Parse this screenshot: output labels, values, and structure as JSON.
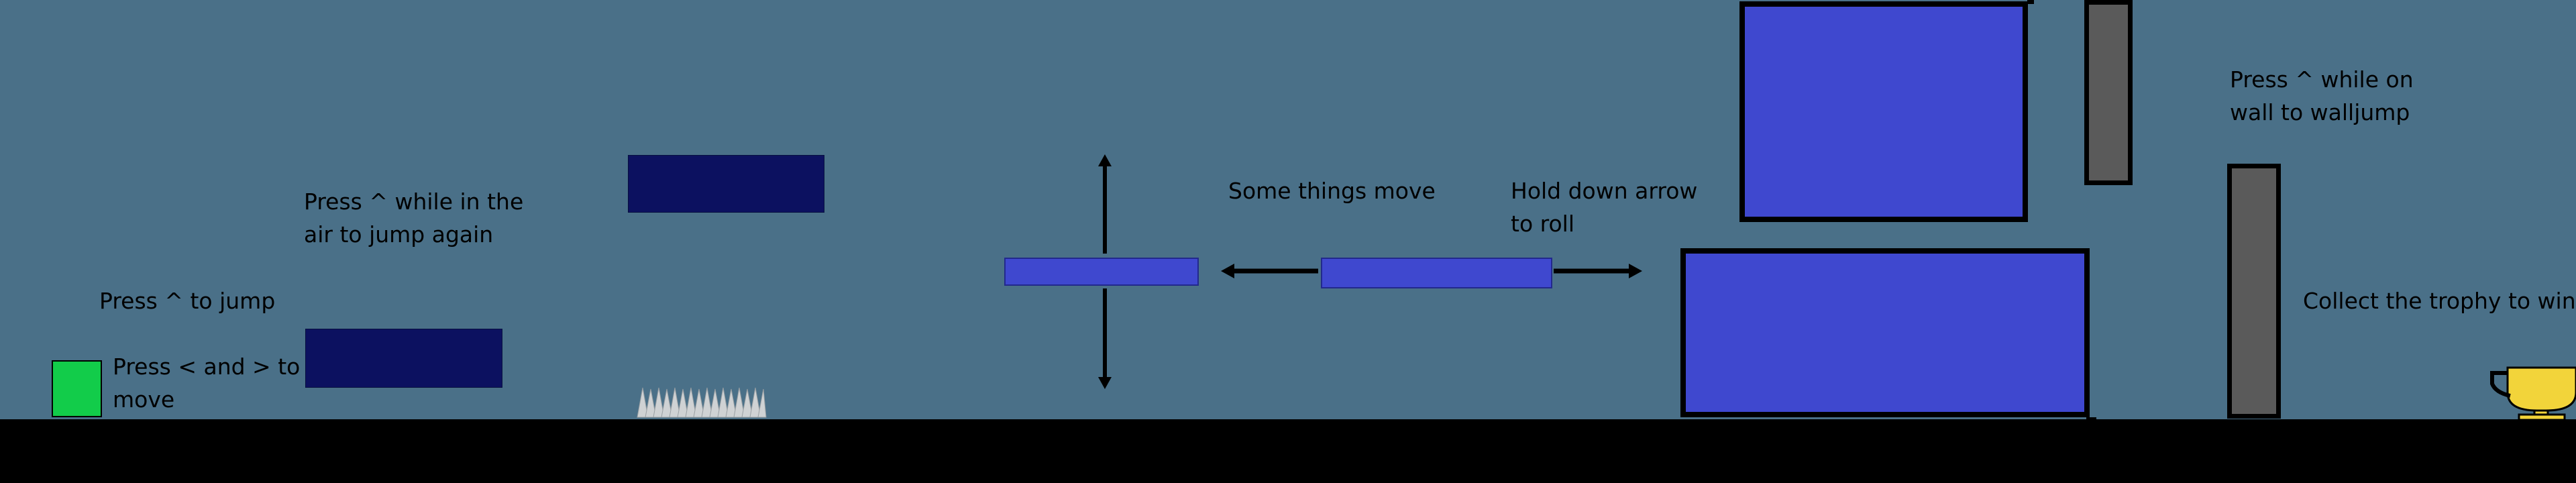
{
  "hints": {
    "jump": "Press ^ to jump",
    "move": "Press < and > to\nmove",
    "double_jump": "Press ^ while in the\nair to jump again",
    "moving_things": "Some things move",
    "roll": "Hold down arrow\nto roll",
    "walljump": "Press ^ while on\nwall to walljump",
    "trophy": "Collect the trophy to win"
  },
  "icons": {
    "player": "player-square",
    "spikes": "spike-trap",
    "trophy": "trophy-icon",
    "arrows": "movement-arrows"
  },
  "colors": {
    "background": "#4a7088",
    "ground": "#000000",
    "player": "#12cc4a",
    "dark_platform": "#0c1160",
    "moving_platform": "#3f48cf",
    "block": "#3f48cf",
    "wall": "#5a5a5a",
    "trophy": "#f2d43a",
    "spikes": "#cfd2d4"
  }
}
